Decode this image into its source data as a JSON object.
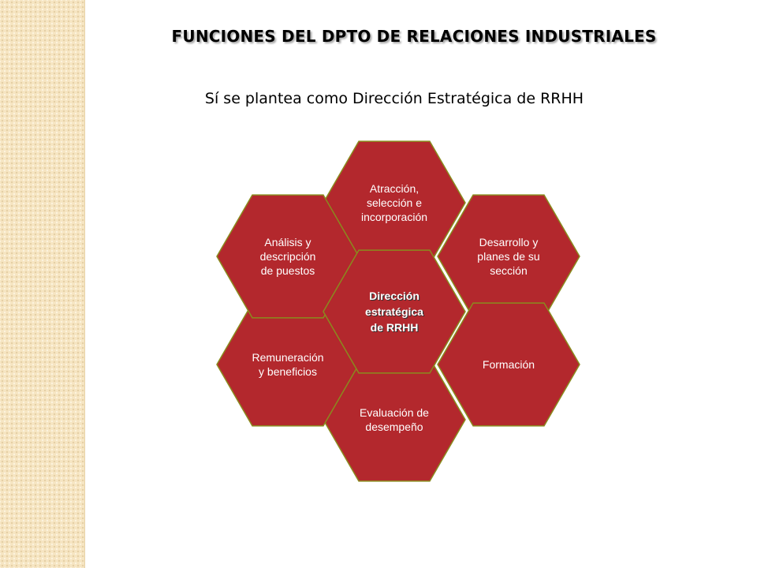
{
  "header": {
    "title": "FUNCIONES DEL DPTO DE RELACIONES INDUSTRIALES",
    "subtitle": "Sí se plantea como Dirección Estratégica de RRHH"
  },
  "diagram": {
    "fill_color": "#b3282d",
    "border_color": "#8a8a1e",
    "center": {
      "lines": [
        "Dirección",
        "estratégica",
        "de RRHH"
      ]
    },
    "hexagons": [
      {
        "id": "atraccion",
        "lines": [
          "Atracción,",
          "selección e",
          "incorporación"
        ]
      },
      {
        "id": "desarrollo",
        "lines": [
          "Desarrollo y",
          "planes de su",
          "sección"
        ]
      },
      {
        "id": "formacion",
        "lines": [
          "Formación"
        ]
      },
      {
        "id": "evaluacion",
        "lines": [
          "Evaluación de",
          "desempeño"
        ]
      },
      {
        "id": "remuneracion",
        "lines": [
          "Remuneración",
          "y beneficios"
        ]
      },
      {
        "id": "analisis",
        "lines": [
          "Análisis y",
          "descripción",
          "de puestos"
        ]
      }
    ]
  }
}
